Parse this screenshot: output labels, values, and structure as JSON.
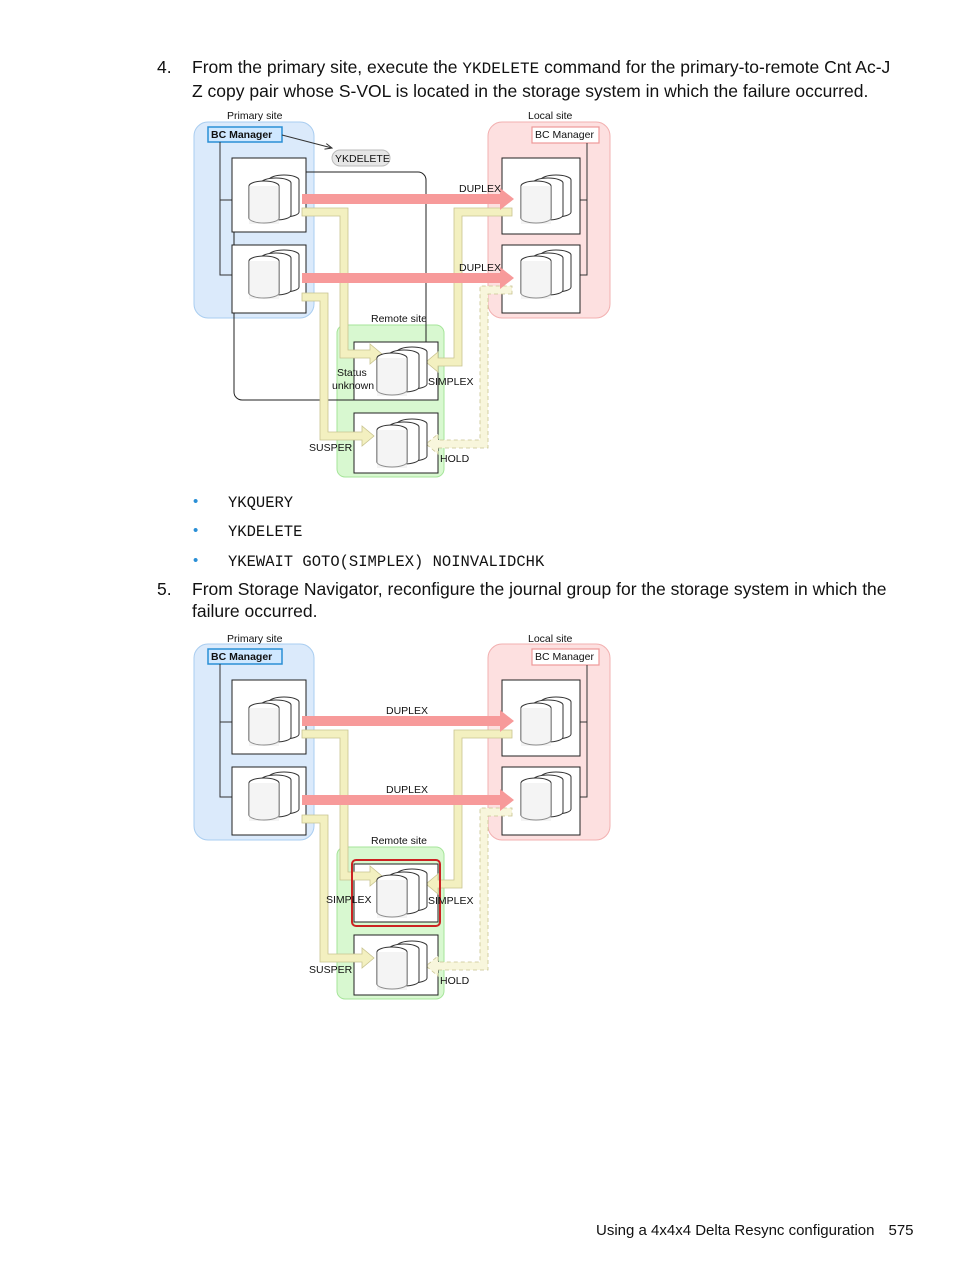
{
  "steps": [
    {
      "number": "4.",
      "text_pre": "From the primary site, execute the ",
      "text_code": "YKDELETE",
      "text_post": " command for the primary-to-remote Cnt Ac-J Z copy pair whose S-VOL is located in the storage system in which the failure occurred."
    },
    {
      "number": "5.",
      "text": "From Storage Navigator, reconfigure the journal group for the storage system in which the failure occurred."
    }
  ],
  "bullets": [
    "YKQUERY",
    "YKDELETE",
    "YKEWAIT GOTO(SIMPLEX) NOINVALIDCHK"
  ],
  "diagram1": {
    "primary_site": "Primary site",
    "local_site": "Local site",
    "remote_site": "Remote site",
    "bc_manager_primary": "BC Manager",
    "bc_manager_local": "BC Manager",
    "command": "YKDELETE",
    "duplex_top": "DUPLEX",
    "duplex_bottom": "DUPLEX",
    "status_line1": "Status",
    "status_line2": "unknown",
    "simplex": "SIMPLEX",
    "susper": "SUSPER",
    "hold": "HOLD"
  },
  "diagram2": {
    "primary_site": "Primary site",
    "local_site": "Local site",
    "remote_site": "Remote site",
    "bc_manager_primary": "BC Manager",
    "bc_manager_local": "BC Manager",
    "duplex_top": "DUPLEX",
    "duplex_bottom": "DUPLEX",
    "simplex_left": "SIMPLEX",
    "simplex_right": "SIMPLEX",
    "susper": "SUSPER",
    "hold": "HOLD"
  },
  "footer": {
    "title": "Using a 4x4x4 Delta Resync configuration",
    "page": "575"
  },
  "colors": {
    "primary_site_fill": "#dbeafb",
    "local_site_fill": "#fde0e0",
    "remote_site_fill": "#d8f8d0",
    "duplex_arrow": "#f79a9a",
    "copy_arrow": "#f3f0c0",
    "bullet_dot": "#2a8fd6",
    "highlight": "#cc2222"
  }
}
